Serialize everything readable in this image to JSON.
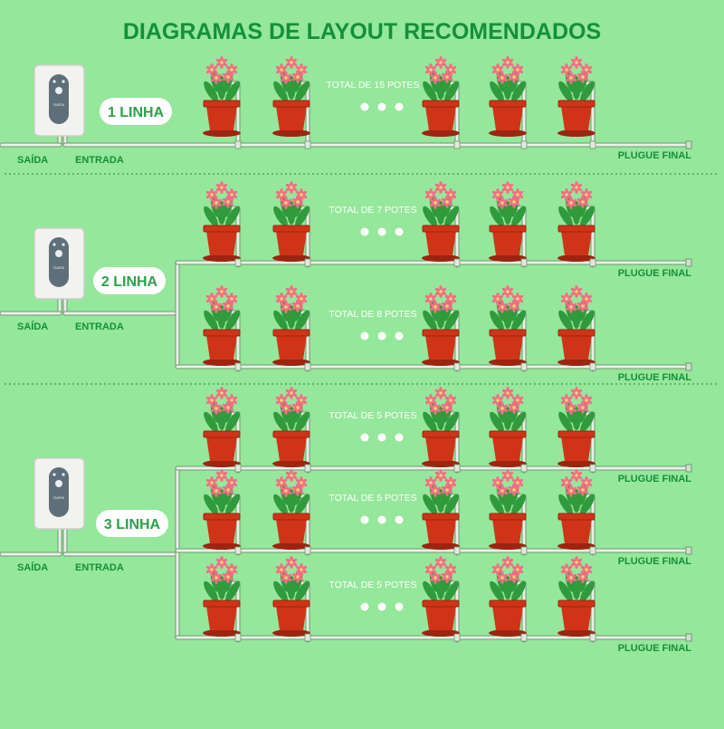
{
  "title": "DIAGRAMAS DE LAYOUT RECOMENDADOS",
  "colors": {
    "background": "#95e79b",
    "accent": "#14903a",
    "pot": "#cf3418",
    "pot_dark": "#9d2410",
    "petal": "#f36e86",
    "leaf": "#2f9b3c",
    "tube": "#e9f1e7",
    "tube_edge": "#6f9873",
    "device": "#f2f3f1",
    "device_panel": "#5f6f7a"
  },
  "device": {
    "brand": "OUEEN"
  },
  "layouts": [
    {
      "label": "1 LINHA",
      "saida": "SAÍDA",
      "entrada": "ENTRADA",
      "lines": [
        {
          "total": "TOTAL DE 15 POTES",
          "end": "PLUGUE FINAL"
        }
      ]
    },
    {
      "label": "2 LINHA",
      "saida": "SAÍDA",
      "entrada": "ENTRADA",
      "lines": [
        {
          "total": "TOTAL DE 7 POTES",
          "end": "PLUGUE FINAL"
        },
        {
          "total": "TOTAL DE 8 POTES",
          "end": "PLUGUE FINAL"
        }
      ]
    },
    {
      "label": "3 LINHA",
      "saida": "SAÍDA",
      "entrada": "ENTRADA",
      "lines": [
        {
          "total": "TOTAL DE 5 POTES",
          "end": "PLUGUE FINAL"
        },
        {
          "total": "TOTAL DE 5 POTES",
          "end": "PLUGUE FINAL"
        },
        {
          "total": "TOTAL DE 5 POTES",
          "end": "PLUGUE FINAL"
        }
      ]
    }
  ]
}
